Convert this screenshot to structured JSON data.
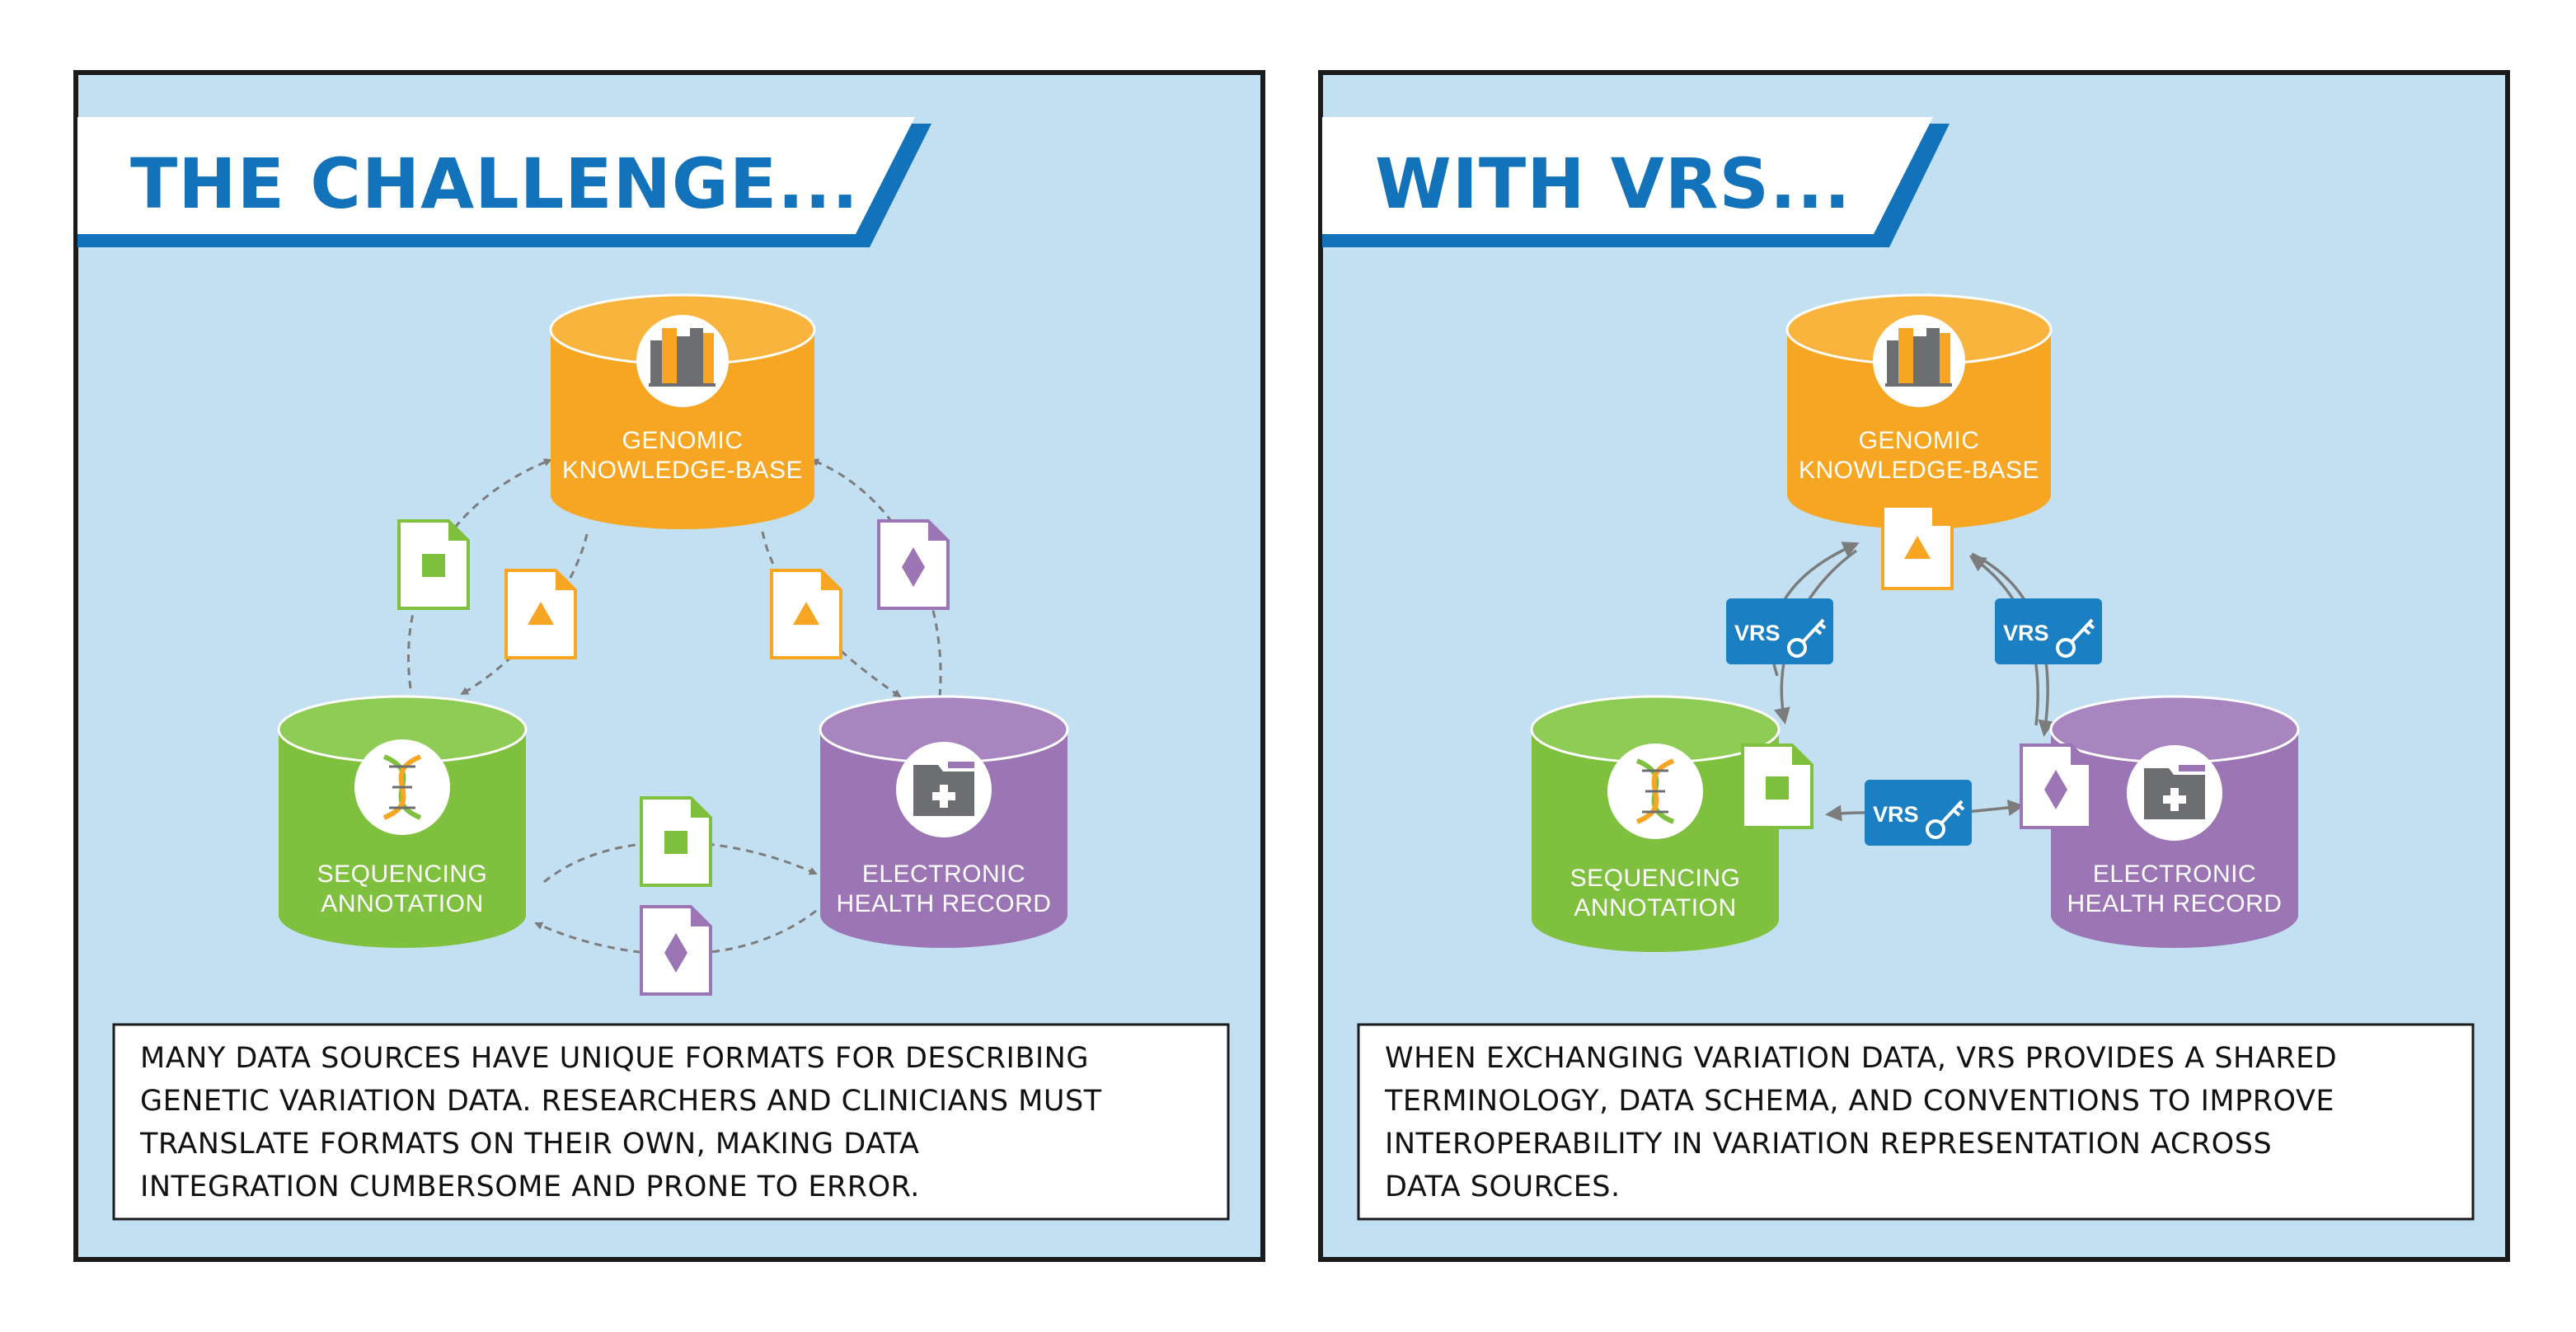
{
  "panels": [
    {
      "title": "THE CHALLENGE...",
      "databases": {
        "genomic": [
          "GENOMIC",
          "KNOWLEDGE-BASE"
        ],
        "sequencing": [
          "SEQUENCING",
          "ANNOTATION"
        ],
        "ehr": [
          "ELECTRONIC",
          "HEALTH RECORD"
        ]
      },
      "caption": [
        "MANY DATA SOURCES HAVE UNIQUE FORMATS FOR DESCRIBING",
        "GENETIC VARIATION DATA. RESEARCHERS AND CLINICIANS MUST",
        "TRANSLATE FORMATS ON THEIR OWN, MAKING DATA",
        "INTEGRATION CUMBERSOME AND PRONE TO ERROR."
      ]
    },
    {
      "title": "WITH VRS...",
      "databases": {
        "genomic": [
          "GENOMIC",
          "KNOWLEDGE-BASE"
        ],
        "sequencing": [
          "SEQUENCING",
          "ANNOTATION"
        ],
        "ehr": [
          "ELECTRONIC",
          "HEALTH RECORD"
        ]
      },
      "vrs_badge": "VRS",
      "caption": [
        "WHEN EXCHANGING VARIATION DATA, VRS PROVIDES A SHARED",
        "TERMINOLOGY, DATA SCHEMA, AND CONVENTIONS TO IMPROVE",
        "INTEROPERABILITY IN VARIATION REPRESENTATION ACROSS",
        "DATA SOURCES."
      ]
    }
  ],
  "colors": {
    "panel_bg": "#c3e0f2",
    "title_blue": "#1273ba",
    "genomic_orange": "#f6a623",
    "sequencing_green": "#7fc03f",
    "ehr_purple": "#9b75b4",
    "vrs_badge_blue": "#1b7fc4",
    "arrow_gray": "#7c7c7c"
  },
  "icons": [
    "books-icon",
    "dna-icon",
    "medical-folder-icon",
    "key-icon",
    "square-document-icon",
    "triangle-document-icon",
    "diamond-document-icon"
  ]
}
